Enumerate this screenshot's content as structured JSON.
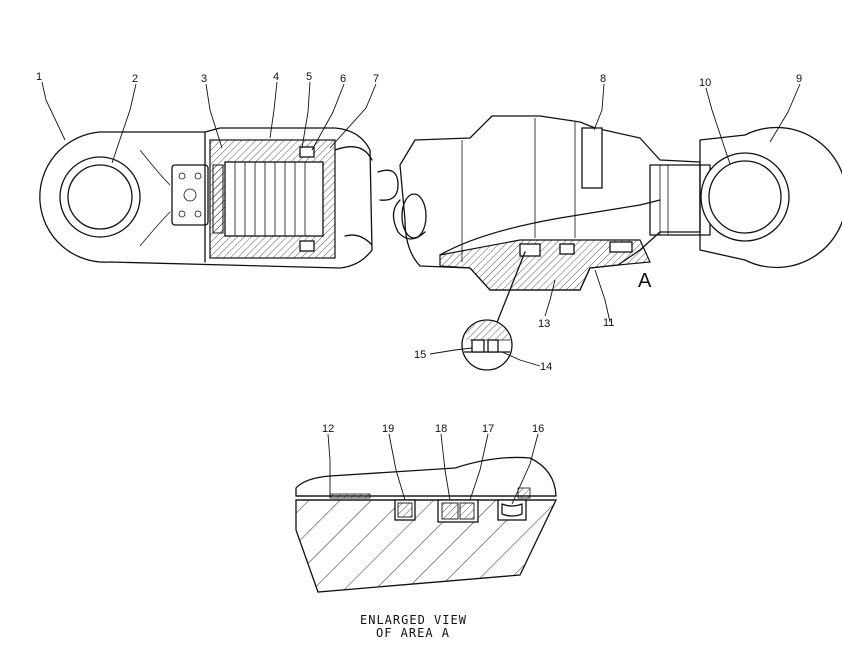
{
  "callouts": [
    "1",
    "2",
    "3",
    "4",
    "5",
    "6",
    "7",
    "8",
    "10",
    "9",
    "13",
    "11",
    "15",
    "14",
    "12",
    "19",
    "18",
    "17",
    "16"
  ],
  "area_letter": "A",
  "caption": {
    "line1": "ENLARGED VIEW",
    "line2": "OF AREA A"
  }
}
